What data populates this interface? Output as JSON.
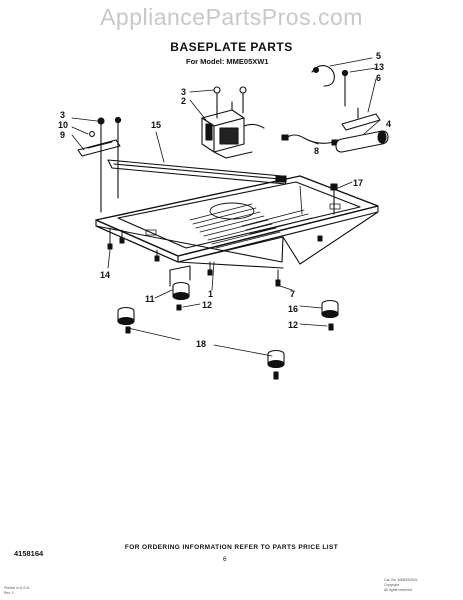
{
  "watermark": "AppliancePartsPros.com",
  "title": "BASEPLATE PARTS",
  "model": "For Model: MME05XW1",
  "footer_note": "FOR ORDERING INFORMATION REFER TO PARTS PRICE LIST",
  "page_number": "6",
  "document_number": "4158164",
  "fine_print": {
    "left_1": "Printed in U.S.A.",
    "left_2": "Rev. 1",
    "right_1": "Cat. No. MME05XW1",
    "right_2": "Copyright",
    "right_3": "All rights reserved"
  },
  "callouts": [
    {
      "id": "c5",
      "text": "5"
    },
    {
      "id": "c13",
      "text": "13"
    },
    {
      "id": "c6",
      "text": "6"
    },
    {
      "id": "c4",
      "text": "4"
    },
    {
      "id": "c3a",
      "text": "3"
    },
    {
      "id": "c2",
      "text": "2"
    },
    {
      "id": "c3b",
      "text": "3"
    },
    {
      "id": "c10",
      "text": "10"
    },
    {
      "id": "c9",
      "text": "9"
    },
    {
      "id": "c15",
      "text": "15"
    },
    {
      "id": "c8",
      "text": "8"
    },
    {
      "id": "c17",
      "text": "17"
    },
    {
      "id": "c14",
      "text": "14"
    },
    {
      "id": "c1",
      "text": "1"
    },
    {
      "id": "c11",
      "text": "11"
    },
    {
      "id": "c12a",
      "text": "12"
    },
    {
      "id": "c7",
      "text": "7"
    },
    {
      "id": "c16",
      "text": "16"
    },
    {
      "id": "c12b",
      "text": "12"
    },
    {
      "id": "c18",
      "text": "18"
    }
  ]
}
